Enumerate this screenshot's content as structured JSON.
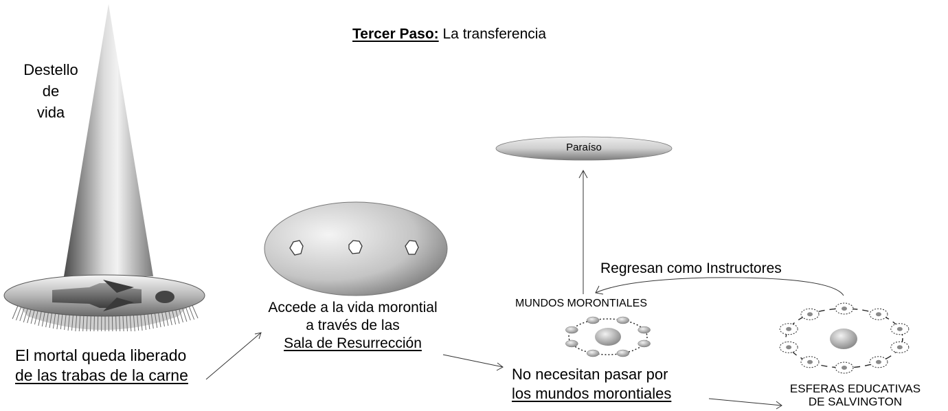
{
  "title": {
    "bold": "Tercer Paso:",
    "rest": " La transferencia"
  },
  "spark": {
    "lines": [
      "Destello",
      "de",
      "vida"
    ]
  },
  "mortal": {
    "line1": "El mortal queda liberado",
    "line2": "de las trabas de la carne"
  },
  "access": {
    "line1": "Accede a la vida morontial",
    "line2": "a través de las",
    "line3": "Sala de Resurrección"
  },
  "paradise": {
    "label": "Paraíso"
  },
  "return": {
    "label": "Regresan como Instructores"
  },
  "morontia": {
    "label": "MUNDOS MORONTIALES"
  },
  "noneed": {
    "line1": "No necesitan pasar por",
    "line2": "los mundos morontiales"
  },
  "schools": {
    "line1": "ESFERAS EDUCATIVAS",
    "line2": "DE SALVINGTON"
  }
}
